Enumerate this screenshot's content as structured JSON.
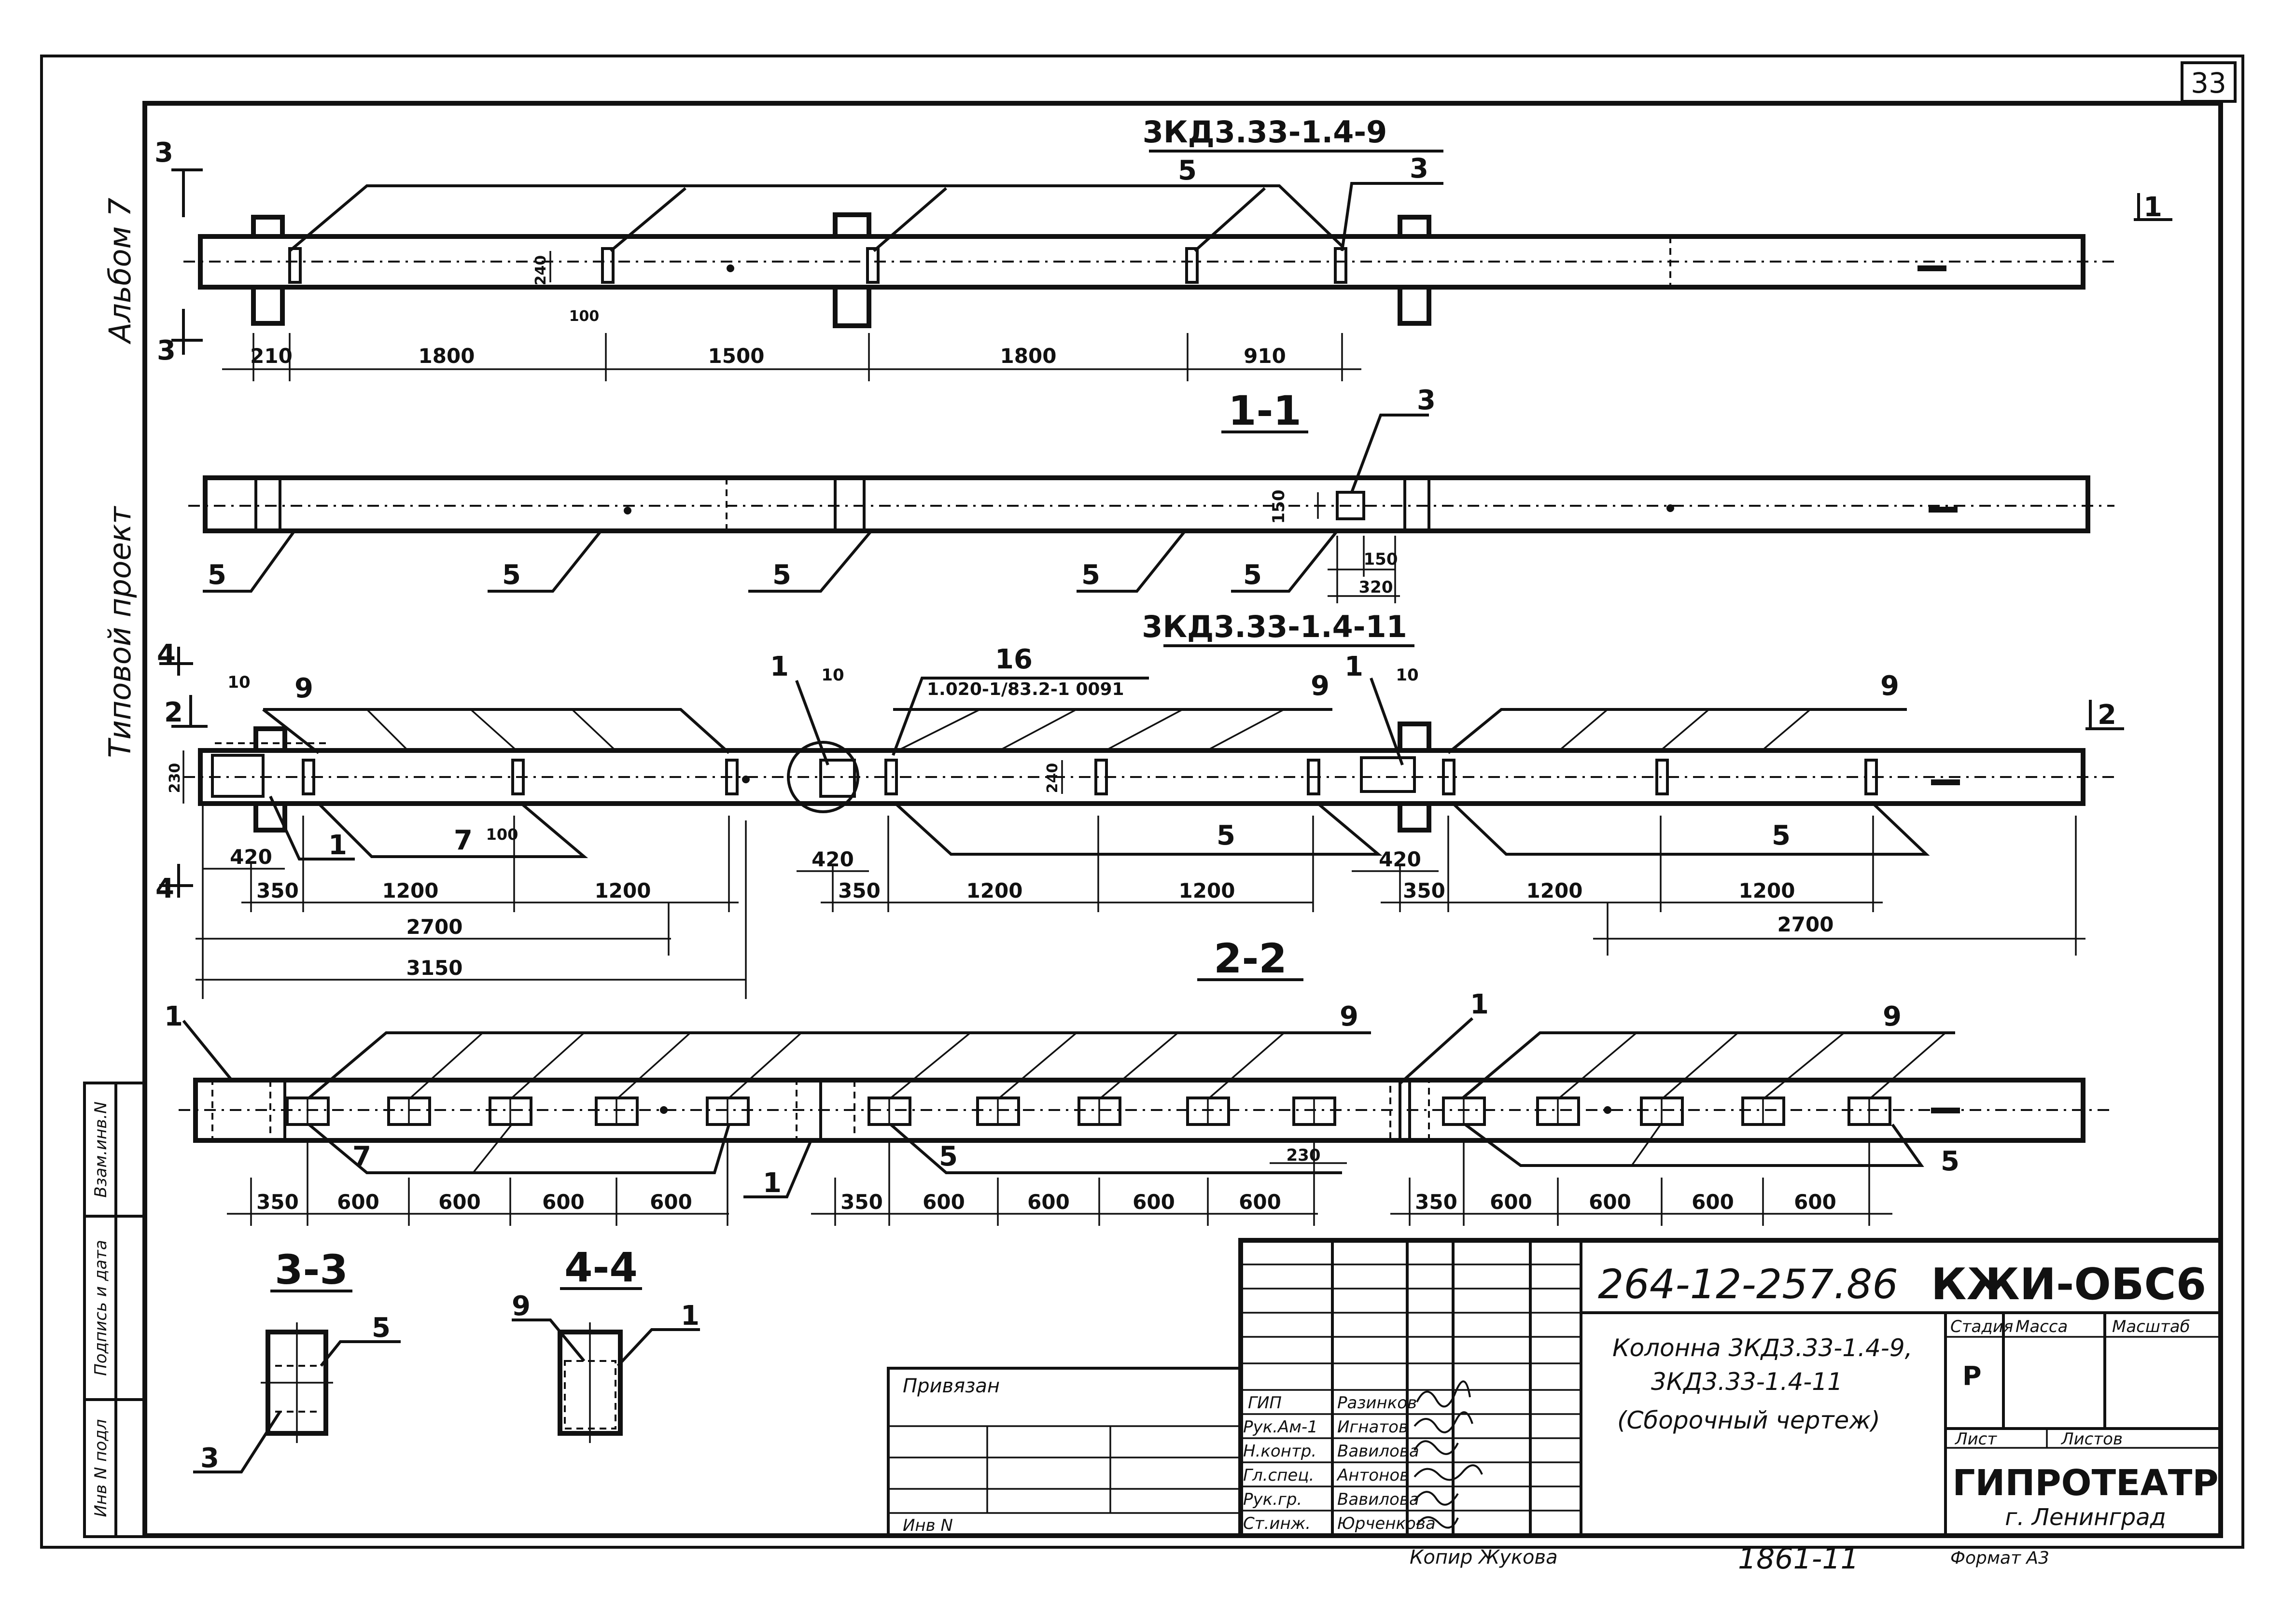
{
  "page": {
    "number": "33"
  },
  "side_stamp": {
    "album": "Альбом 7",
    "project": "Типовой проект"
  },
  "left_boxes": {
    "vzam": "Взам.инв.N",
    "podpis": "Подпись и дата",
    "inv": "Инв N подл"
  },
  "view1": {
    "title": "3КД3.33-1.4-9",
    "labels": {
      "l5": "5",
      "l3": "3",
      "m3a": "3",
      "m3b": "3",
      "m1": "1"
    },
    "dims": [
      "210",
      "1800",
      "1500",
      "1800",
      "910",
      "240",
      "100"
    ]
  },
  "view2": {
    "title": "1-1",
    "labels": {
      "l3": "3",
      "l5a": "5",
      "l5b": "5",
      "l5c": "5",
      "l5d": "5",
      "l5e": "5"
    },
    "dims": [
      "150",
      "150",
      "320"
    ]
  },
  "view3": {
    "title": "3КД3.33-1.4-11",
    "labels": {
      "m4a": "4",
      "m4b": "4",
      "m2": "2",
      "m2r": "2",
      "l1a": "1",
      "l1b": "1",
      "l1c": "1",
      "l9a": "9",
      "l9b": "9",
      "l9c": "9",
      "l7": "7",
      "l5a": "5",
      "l5b": "5",
      "l16": "16",
      "l10a": "10",
      "l10b": "10",
      "l10c": "10",
      "note": "1.020-1/83.2-1 0091"
    },
    "dims": [
      "230",
      "420",
      "350",
      "1200",
      "1200",
      "2700",
      "3150",
      "100",
      "420",
      "350",
      "1200",
      "1200",
      "240",
      "420",
      "350",
      "1200",
      "1200",
      "2700"
    ]
  },
  "view4": {
    "title": "2-2",
    "labels": {
      "l1a": "1",
      "l1b": "1",
      "l1c": "1",
      "l9a": "9",
      "l9b": "9",
      "l7": "7",
      "l5a": "5",
      "l5b": "5"
    },
    "dims": [
      "350",
      "600",
      "600",
      "600",
      "600",
      "350",
      "600",
      "600",
      "600",
      "600",
      "230",
      "350",
      "600",
      "600",
      "600",
      "600"
    ]
  },
  "sections": {
    "s33": {
      "title": "3-3",
      "l5": "5",
      "l3": "3"
    },
    "s44": {
      "title": "4-4",
      "l9": "9",
      "l1": "1"
    }
  },
  "title_block": {
    "code": "264-12-257.86",
    "mark": "КЖИ-ОБС6",
    "name_lines": [
      "Колонна 3КД3.33-1.4-9,",
      "3КД3.33-1.4-11",
      "(Сборочный чертеж)"
    ],
    "headers": {
      "stage": "Стадия",
      "mass": "Масса",
      "scale": "Масштаб",
      "sheet": "Лист",
      "sheets": "Листов"
    },
    "stage_value": "Р",
    "org": "ГИПРОТЕАТР",
    "city": "г. Ленинград",
    "privyazan": "Привязан",
    "inv": "Инв N",
    "signers": [
      {
        "role": "ГИП",
        "name": "Разинков"
      },
      {
        "role": "Рук.Ам-1",
        "name": "Игнатов"
      },
      {
        "role": "Н.контр.",
        "name": "Вавилова"
      },
      {
        "role": "Гл.спец.",
        "name": "Антонов"
      },
      {
        "role": "Рук.гр.",
        "name": "Вавилова"
      },
      {
        "role": "Ст.инж.",
        "name": "Юрченкова"
      }
    ]
  },
  "footer": {
    "copied": "Копир Жукова",
    "order": "1861-11",
    "format": "Формат А3"
  }
}
